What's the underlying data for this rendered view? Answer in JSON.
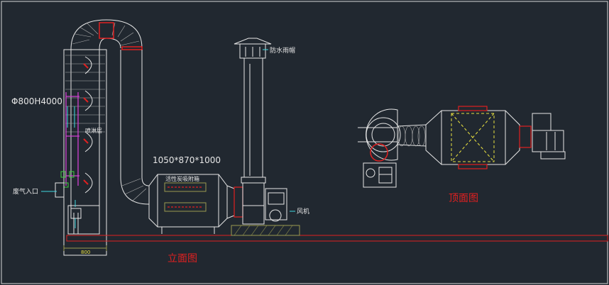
{
  "colors": {
    "background": "#212830",
    "frame": "#d8d8d8",
    "line": "#e6e6e6",
    "red": "#e02020",
    "cyan": "#40d8e0",
    "magenta": "#d040d0",
    "yellow": "#e8e040",
    "green": "#40d040",
    "olive": "#9a9a50"
  },
  "labels": {
    "tower_dimension": "Φ800H4000",
    "spray_layer": "喷淋层",
    "exhaust_inlet": "废气入口",
    "box_dimension": "1050*870*1000",
    "activated_carbon": "活性炭吸附箱",
    "rain_cap": "防水雨帽",
    "fan": "风机",
    "base_width": "800",
    "elevation_view": "立面图",
    "top_view": "顶面图"
  }
}
